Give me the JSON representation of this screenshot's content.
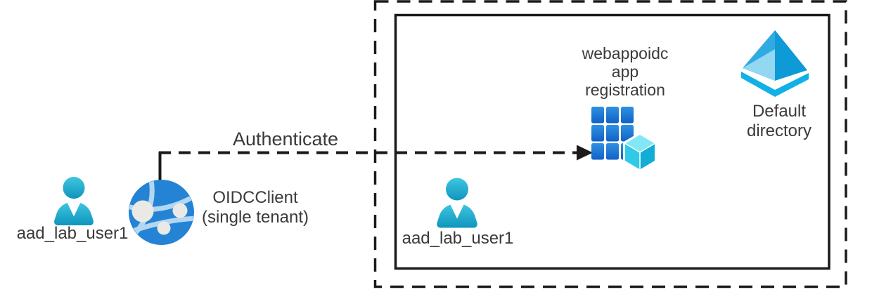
{
  "colors": {
    "background": "#ffffff",
    "line": "#1a1a1a",
    "text": "#3a3a3a",
    "user_gradient_top": "#3fc6e2",
    "user_gradient_bottom": "#0f95bc",
    "globe_base": "#2583d5",
    "globe_arc": "#b3d7f1",
    "globe_node": "#eae9e5",
    "grid_square_top": "#2f91e2",
    "grid_square_bottom": "#1161c6",
    "cube_top": "#82e7f5",
    "cube_left": "#2fcae7",
    "cube_right": "#10aed4",
    "pyramid_left": "#2fabe2",
    "pyramid_right": "#0e9ad7",
    "pyramid_front": "#93d7f2",
    "pyramid_base": "#12b1e5"
  },
  "icons": {
    "external_user": "user-icon",
    "client": "globe-network-icon",
    "tenant_user": "user-icon",
    "app_registration": "app-grid-cube-icon",
    "directory": "pyramid-directory-icon"
  },
  "external": {
    "user_label": "aad_lab_user1",
    "client_label_line1": "OIDCClient",
    "client_label_line2": "(single tenant)"
  },
  "flow": {
    "label": "Authenticate"
  },
  "tenant": {
    "user_label": "aad_lab_user1",
    "app_label_line1": "webappoidc",
    "app_label_line2": "app",
    "app_label_line3": "registration",
    "directory_label_line1": "Default",
    "directory_label_line2": "directory"
  }
}
